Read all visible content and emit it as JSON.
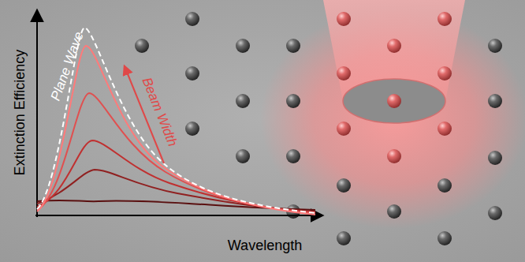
{
  "diagram": {
    "labels": [
      "Extinction Efficiency",
      "Wavelength",
      "Plane Wave",
      "Beam Width"
    ]
  }
}
